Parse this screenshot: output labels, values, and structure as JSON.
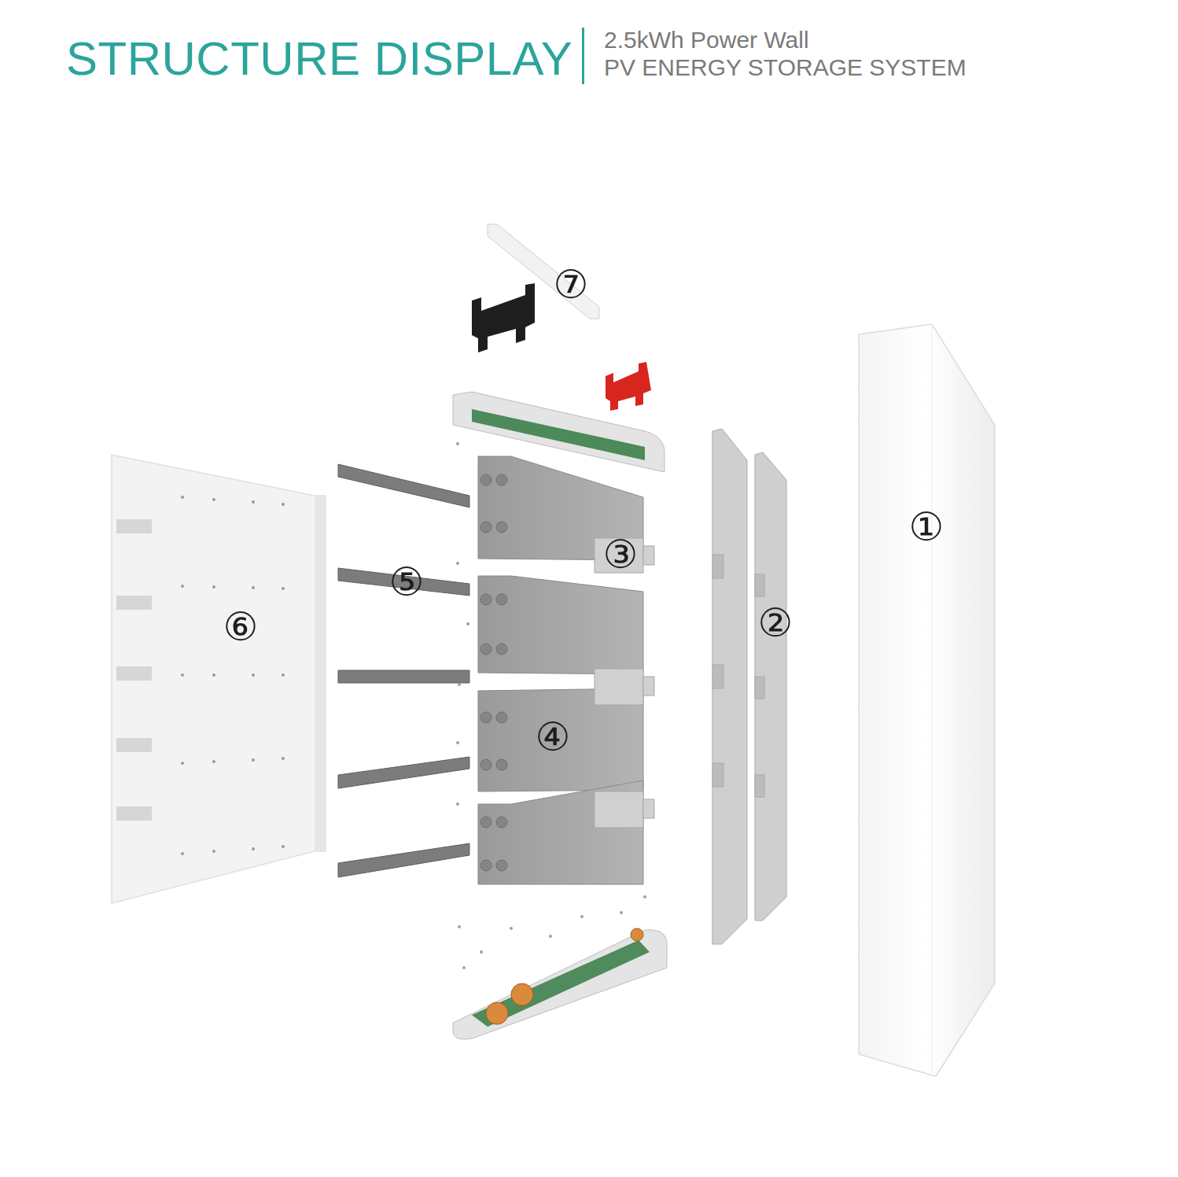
{
  "diagram": {
    "title": "STRUCTURE DISPLAY",
    "labels": [
      "2.5kWh Power Wall",
      "PV ENERGY STORAGE SYSTEM",
      "⑦",
      "①",
      "③",
      "⑤",
      "②",
      "⑥",
      "④"
    ]
  }
}
